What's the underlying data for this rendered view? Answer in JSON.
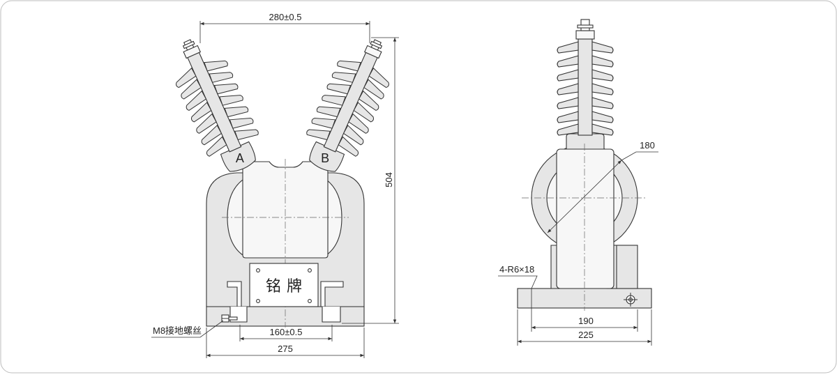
{
  "front_view": {
    "phase_a": "A",
    "phase_b": "B",
    "nameplate": "铭牌",
    "dim_top": "280±0.5",
    "dim_height": "504",
    "dim_base_inner": "160±0.5",
    "dim_base_width": "275",
    "label_ground": "M8接地螺丝"
  },
  "side_view": {
    "dim_diameter": "180",
    "label_holes": "4-R6×18",
    "dim_inner": "190",
    "dim_outer": "225"
  }
}
